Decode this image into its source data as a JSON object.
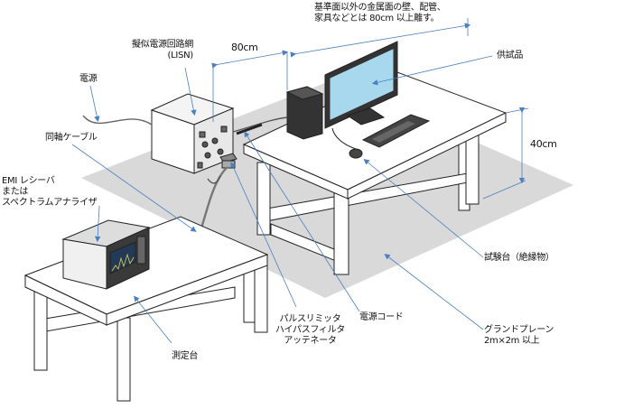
{
  "labels": {
    "clearance_note": "基準面以外の金属面の壁、配管、\n家具などとは 80cm 以上離す。",
    "lisn": "擬似電源回路網\n(LISN)",
    "distance_80": "80cm",
    "eut": "供試品",
    "power": "電源",
    "coax": "同軸ケーブル",
    "receiver": "EMI レシーバ\nまたは\nスペクトラムアナライザ",
    "height_40": "40cm",
    "test_table": "試験台（絶縁物）",
    "ground_plane": "グランドプレーン\n2m×2m 以上",
    "power_cord": "電源コード",
    "limiter": "パルスリミッタ\nハイパスフィルタ\nアッテネータ",
    "measure_table": "測定台"
  },
  "colors": {
    "floor": "#d9d9d9",
    "line": "#222222",
    "leader": "#4a7fc0",
    "screen": "#a8d8ee",
    "dark": "#2b2b2b"
  }
}
